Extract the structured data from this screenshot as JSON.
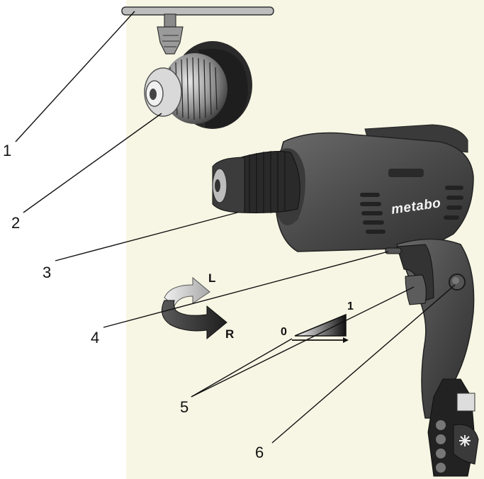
{
  "callouts": [
    {
      "id": "1",
      "text": "1"
    },
    {
      "id": "2",
      "text": "2"
    },
    {
      "id": "3",
      "text": "3"
    },
    {
      "id": "4",
      "text": "4"
    },
    {
      "id": "5",
      "text": "5"
    },
    {
      "id": "6",
      "text": "6"
    }
  ],
  "brand": "metabo",
  "rotation": {
    "left": "L",
    "right": "R"
  },
  "speed_scale": {
    "min": "0",
    "max": "1"
  },
  "colors": {
    "background_panel": "#f7f6e4",
    "drill_body": "#4a4a4a",
    "drill_dark": "#2b2b2b",
    "arrow_light": "#c9c9c9",
    "arrow_dark": "#3a3a3a"
  }
}
